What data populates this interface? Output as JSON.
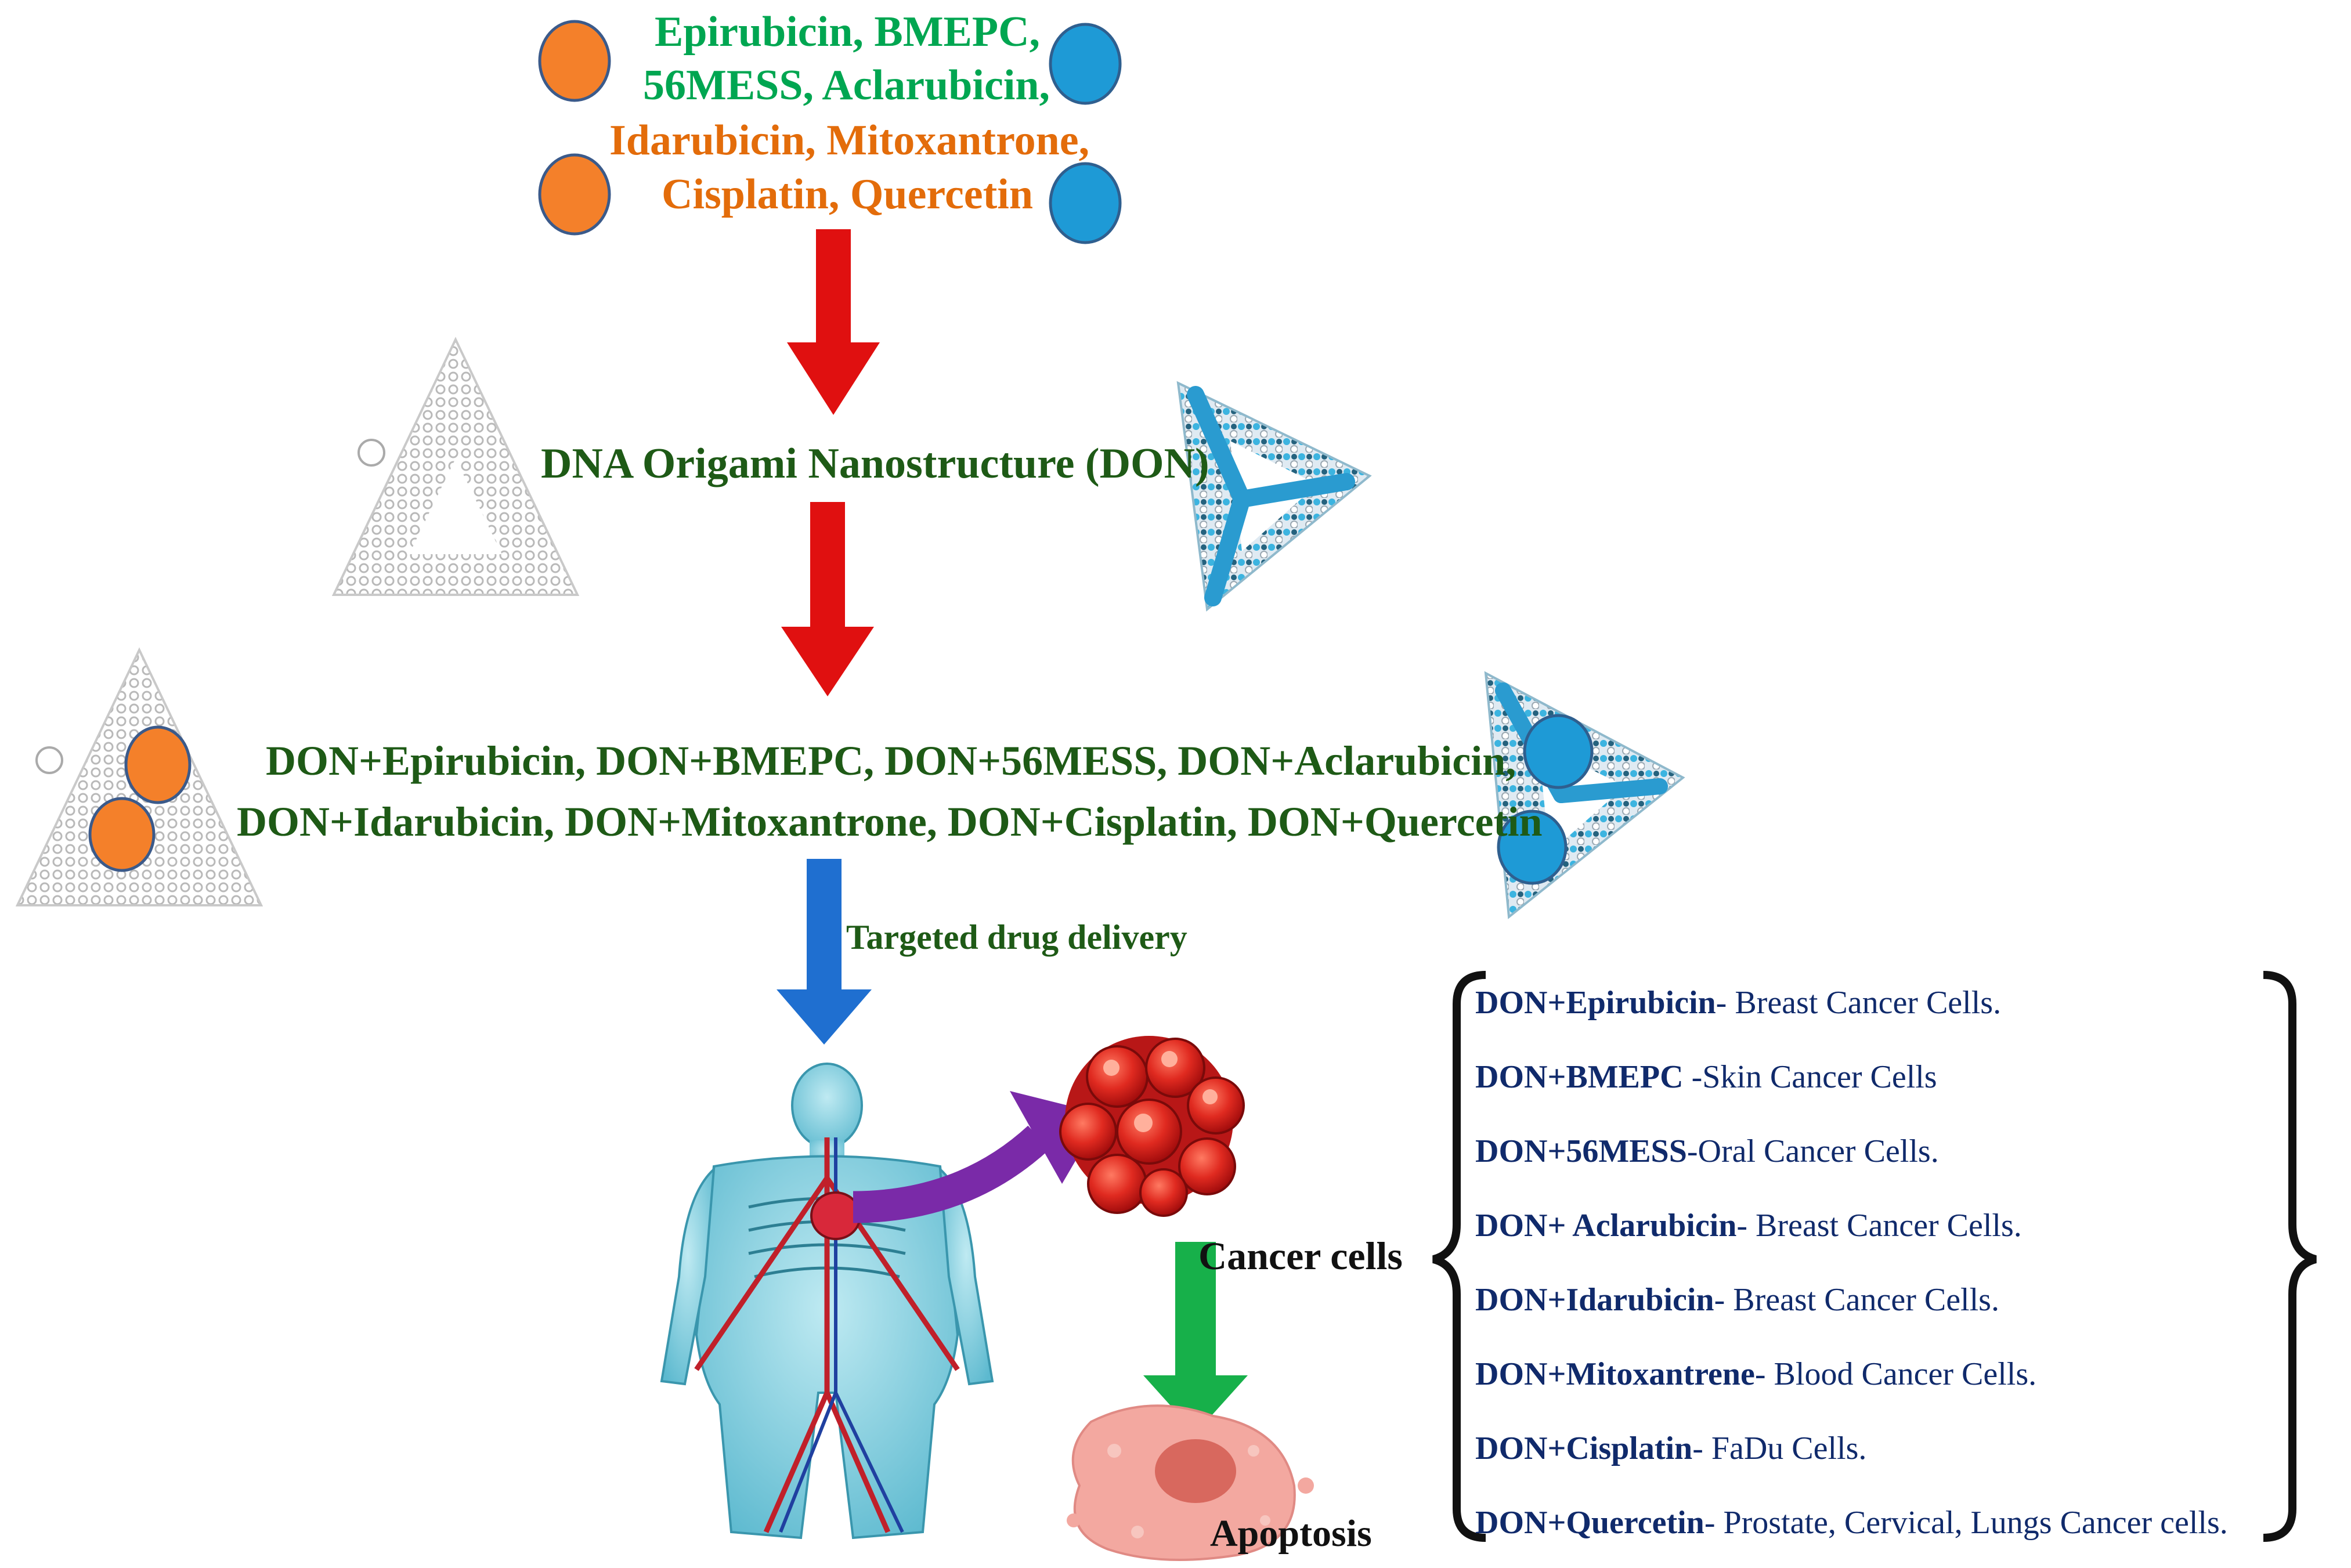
{
  "drugs": {
    "line1": "Epirubicin, BMEPC,",
    "line2": "56MESS, Aclarubicin,",
    "line3": "Idarubicin, Mitoxantrone,",
    "line4": "Cisplatin, Quercetin"
  },
  "don_title": "DNA Origami Nanostructure (DON)",
  "combos": {
    "line1": "DON+Epirubicin, DON+BMEPC, DON+56MESS, DON+Aclarubicin,",
    "line2": "DON+Idarubicin, DON+Mitoxantrone, DON+Cisplatin, DON+Quercetin"
  },
  "delivery_label": "Targeted drug delivery",
  "cancer_label": "Cancer cells",
  "apoptosis_label": "Apoptosis",
  "results": [
    {
      "drug": "DON+Epirubicin",
      "effect": "- Breast Cancer Cells."
    },
    {
      "drug": "DON+BMEPC",
      "effect": " -Skin Cancer Cells"
    },
    {
      "drug": "DON+56MESS",
      "effect": "-Oral Cancer Cells."
    },
    {
      "drug": "DON+ Aclarubicin",
      "effect": "- Breast Cancer Cells."
    },
    {
      "drug": "DON+Idarubicin",
      "effect": "- Breast Cancer Cells."
    },
    {
      "drug": "DON+Mitoxantrene",
      "effect": "- Blood Cancer Cells."
    },
    {
      "drug": "DON+Cisplatin",
      "effect": "- FaDu Cells."
    },
    {
      "drug": "DON+Quercetin",
      "effect": "- Prostate, Cervical, Lungs Cancer cells."
    }
  ],
  "colors": {
    "orange_particle": "#f4802a",
    "blue_particle": "#1e9ad6",
    "red_arrow": "#e01010",
    "blue_arrow": "#1f6fd0",
    "purple_arrow": "#7a2aa8",
    "green_arrow": "#17b04a",
    "dark_green_text": "#1e5a16",
    "navy_text": "#102a6b"
  }
}
